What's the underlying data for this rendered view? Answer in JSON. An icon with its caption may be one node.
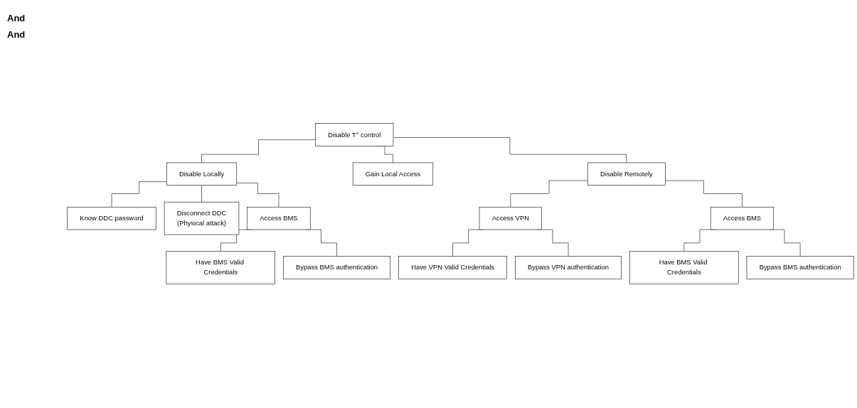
{
  "diagram": {
    "nodes": [
      {
        "text": [
          "Disable T° control"
        ]
      },
      {
        "text": [
          "Disable Locally"
        ]
      },
      {
        "text": [
          "Gain Local Access"
        ]
      },
      {
        "text": [
          "Disable Remotely"
        ]
      },
      {
        "text": [
          "Know DDC password"
        ]
      },
      {
        "text": [
          "Disconnect DDC",
          "(Physical attack)"
        ]
      },
      {
        "text": [
          "Access BMS"
        ]
      },
      {
        "text": [
          "Have BMS Valid Credentials"
        ]
      },
      {
        "text": [
          "Bypass BMS authentication"
        ]
      },
      {
        "text": [
          "Access VPN"
        ]
      },
      {
        "text": [
          "Access BMS"
        ]
      },
      {
        "text": [
          "Have VPN Valid Credentials"
        ]
      },
      {
        "text": [
          "Bypass VPN authentication"
        ]
      },
      {
        "text": [
          "Have BMS Valid Credentials"
        ]
      },
      {
        "text": [
          "Bypass BMS authentication"
        ]
      }
    ],
    "edges": [
      {
        "from": 0,
        "to": 1,
        "arrow": "none"
      },
      {
        "from": 0,
        "to": 2,
        "arrow": "none"
      },
      {
        "from": 0,
        "to": 3,
        "arrow": "none"
      },
      {
        "from": 1,
        "to": 4,
        "arrow": "none"
      },
      {
        "from": 1,
        "to": 5,
        "arrow": "none"
      },
      {
        "from": 1,
        "to": 6,
        "arrow": "none"
      },
      {
        "from": 6,
        "to": 7,
        "arrow": "none"
      },
      {
        "from": 6,
        "to": 8,
        "arrow": "none"
      },
      {
        "from": 3,
        "to": 9,
        "arrow": "none"
      },
      {
        "from": 3,
        "to": 10,
        "arrow": "none"
      },
      {
        "from": 9,
        "to": 11,
        "arrow": "none"
      },
      {
        "from": 9,
        "to": 12,
        "arrow": "none"
      },
      {
        "from": 10,
        "to": 13,
        "arrow": "none"
      },
      {
        "from": 10,
        "to": 14,
        "arrow": "none"
      }
    ],
    "labels": [
      "And",
      "And"
    ]
  }
}
